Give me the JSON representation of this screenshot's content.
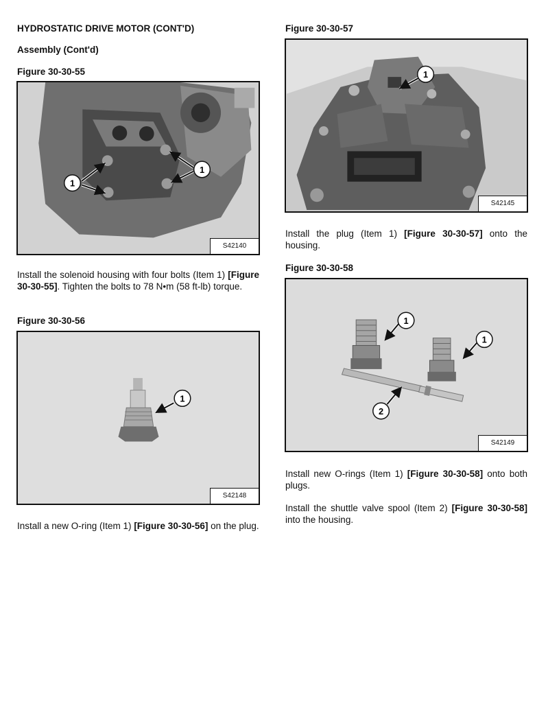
{
  "left": {
    "heading": "HYDROSTATIC DRIVE MOTOR (CONT'D)",
    "subheading": "Assembly (Cont'd)",
    "fig55_title": "Figure 30-30-55",
    "fig55_code": "S42140",
    "fig55_callout": "1",
    "p1": {
      "a": "Install the solenoid housing with four bolts (Item 1) ",
      "ref": "[Figure 30-30-55]",
      "b": ". Tighten the bolts to 78 N•m (58 ft-lb) torque."
    },
    "fig56_title": "Figure 30-30-56",
    "fig56_code": "S42148",
    "fig56_callout": "1",
    "p2": {
      "a": "Install a new O-ring (Item 1) ",
      "ref": "[Figure 30-30-56]",
      "b": " on the plug."
    }
  },
  "right": {
    "fig57_title": "Figure 30-30-57",
    "fig57_code": "S42145",
    "fig57_callout": "1",
    "p3": {
      "a": "Install the plug (Item 1) ",
      "ref": "[Figure 30-30-57]",
      "b": " onto the housing."
    },
    "fig58_title": "Figure 30-30-58",
    "fig58_code": "S42149",
    "fig58_callout1": "1",
    "fig58_callout2": "2",
    "p4": {
      "a": "Install new O-rings (Item 1) ",
      "ref": "[Figure 30-30-58]",
      "b": " onto both plugs."
    },
    "p5": {
      "a": "Install the shuttle valve spool (Item 2) ",
      "ref": "[Figure 30-30-58]",
      "b": " into the housing."
    }
  }
}
